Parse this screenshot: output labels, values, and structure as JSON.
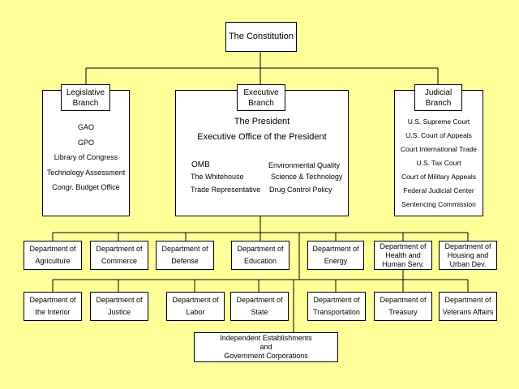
{
  "constitution": "The Constitution",
  "legislative": {
    "title": "Legislative\nBranch",
    "items": [
      "GAO",
      "GPO",
      "Library of Congress",
      "Technology Assessment",
      "Congr. Budget Office"
    ]
  },
  "executive": {
    "title": "Executive\nBranch",
    "president": "The President",
    "office": "Executive Office of the President",
    "left_items": [
      "OMB",
      "The Whitehouse",
      "Trade Representative"
    ],
    "right_items": [
      "Environmental Quality",
      "Science & Technology",
      "Drug Control Policy"
    ]
  },
  "judicial": {
    "title": "Judicial\nBranch",
    "items": [
      "U.S. Supreme Court",
      "U.S. Court of Appeals",
      "Court International Trade",
      "U.S. Tax Court",
      "Court of Military Appeals",
      "Federal Judicial Center",
      "Sentencing Commission"
    ]
  },
  "departments_row1": [
    "Department of\nAgriculture",
    "Department of\nCommerce",
    "Department of\nDefense",
    "Department of\nEducation",
    "Department of\nEnergy",
    "Department of\nHealth and\nHuman Serv.",
    "Department of\nHousing and\nUrban Dev."
  ],
  "departments_row2": [
    "Department of\nthe Interior",
    "Department of\nJustice",
    "Department of\nLabor",
    "Department of\nState",
    "Department of\nTransportation",
    "Department of\nTreasury",
    "Department of\nVeterans Affairs"
  ],
  "independent": "Independent Establishments\nand\nGovernment Corporations"
}
